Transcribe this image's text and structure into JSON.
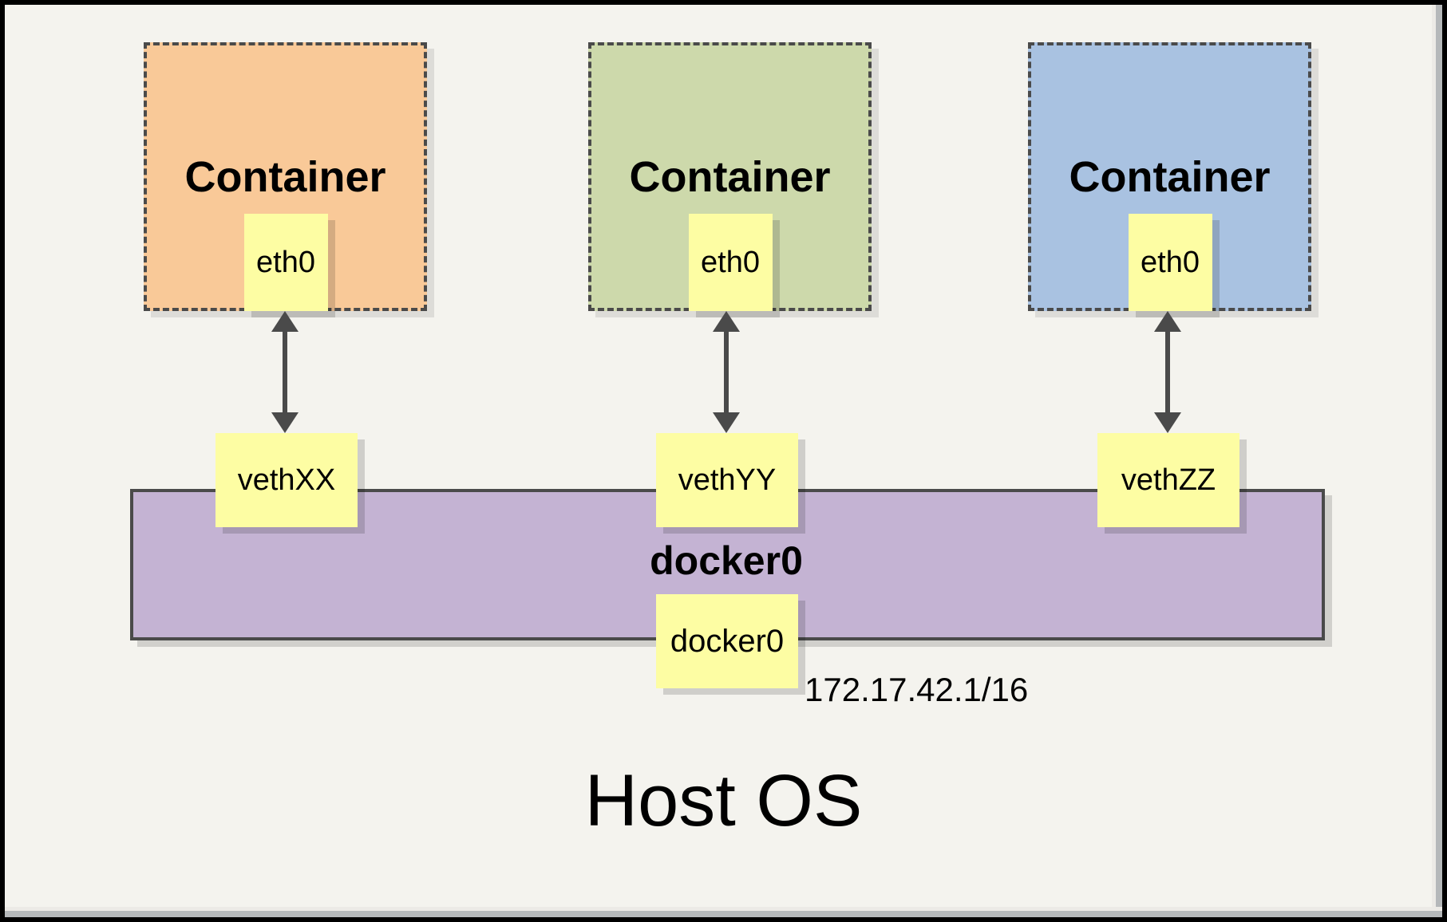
{
  "containers": [
    {
      "label": "Container",
      "eth_label": "eth0",
      "veth_label": "vethXX",
      "fill": "#f9c998"
    },
    {
      "label": "Container",
      "eth_label": "eth0",
      "veth_label": "vethYY",
      "fill": "#cdd9ab"
    },
    {
      "label": "Container",
      "eth_label": "eth0",
      "veth_label": "vethZZ",
      "fill": "#a9c2e1"
    }
  ],
  "bridge": {
    "label": "docker0",
    "interface_label": "docker0",
    "ip": "172.17.42.1/16",
    "fill": "#c4b3d3"
  },
  "host": {
    "label": "Host OS"
  },
  "colors": {
    "background": "#f4f3ee",
    "note_yellow": "#fdfda3",
    "stroke_dark": "#4a4a4a",
    "frame_black": "#000000"
  }
}
